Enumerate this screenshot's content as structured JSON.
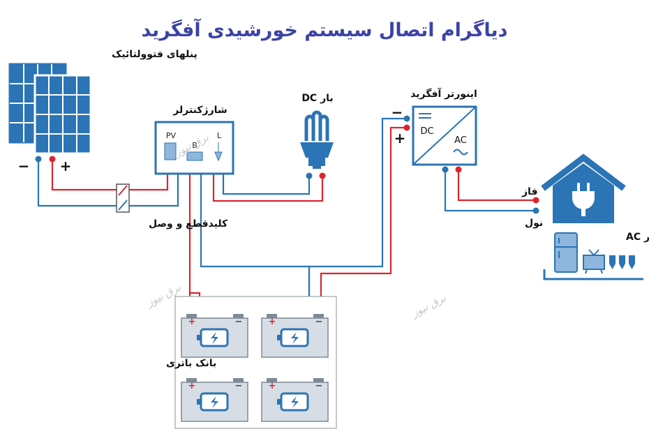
{
  "title": "دیاگرام اتصال سیستم خورشیدی آفگرید",
  "labels": {
    "pv_panels": "پنلهای فتوولتائیک",
    "charge_controller": "شارژکنترلر",
    "dc_load": "بار DC",
    "inverter": "اینورتر آفگرید",
    "switch": "کلیدقطع و وصل",
    "battery_bank": "بانک باتری",
    "phase": "فاز",
    "neutral": "نول",
    "ac_load": "بار AC"
  },
  "controller_ports": {
    "pv": "PV",
    "battery": "B",
    "load": "L"
  },
  "inverter_ports": {
    "dc": "DC",
    "ac": "AC"
  },
  "polarity": {
    "minus": "−",
    "plus": "+"
  },
  "watermark": "برق نیوز",
  "colors": {
    "title": "#3b43a6",
    "wire_red": "#d9262f",
    "wire_blue": "#2a75b3",
    "icon_blue": "#2b74b5",
    "battery_fill": "#d7dde4"
  },
  "icons": [
    "solar-panel-icon",
    "charge-controller-icon",
    "cfl-bulb-icon",
    "inverter-icon",
    "battery-icon",
    "house-plug-icon",
    "fridge-icon",
    "tv-icon",
    "lamp-icon",
    "switch-icon"
  ]
}
